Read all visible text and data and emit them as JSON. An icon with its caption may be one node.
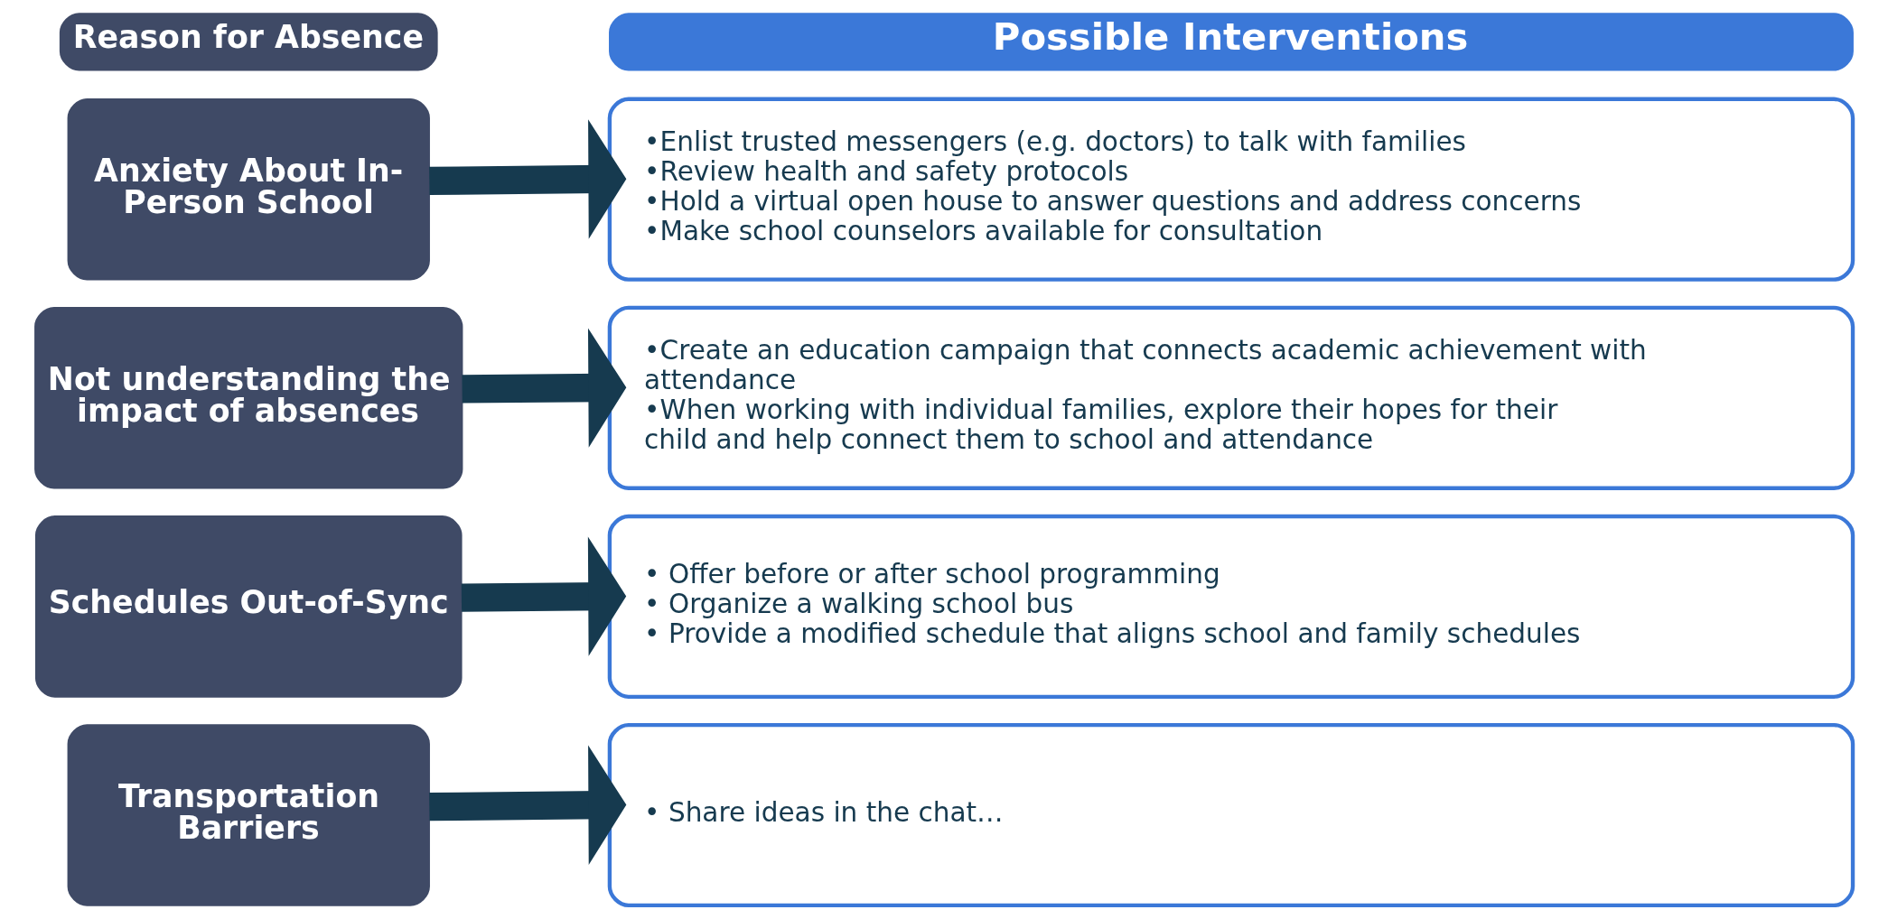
{
  "diagram": {
    "nodes": [
      {
        "text": [
          "Reason for Absence"
        ]
      },
      {
        "text": [
          "Possible Interventions"
        ]
      },
      {
        "text": [
          "Anxiety About In-Person School"
        ]
      },
      {
        "text": [
          "•Enlist trusted messengers (e.g. doctors) to talk with families",
          "•Review health and safety protocols",
          "•Hold a virtual open house to answer questions and address concerns",
          "•Make school counselors available for consultation"
        ]
      },
      {
        "text": [
          "Not understanding the impact of absences"
        ]
      },
      {
        "text": [
          "•Create an education campaign that connects academic achievement with attendance",
          "•When working with individual families, explore their hopes for their child and help connect them to school and attendance"
        ]
      },
      {
        "text": [
          "Schedules Out-of-Sync"
        ]
      },
      {
        "text": [
          "• Offer before or after school programming",
          "• Organize a walking school bus",
          "• Provide a modified schedule that aligns school and family schedules"
        ]
      },
      {
        "text": [
          "Transportation Barriers"
        ]
      },
      {
        "text": [
          "• Share ideas in the chat…"
        ]
      }
    ],
    "edges": [
      {
        "from": 2,
        "to": 3,
        "arrow": "to"
      },
      {
        "from": 4,
        "to": 5,
        "arrow": "to"
      },
      {
        "from": 6,
        "to": 7,
        "arrow": "to"
      },
      {
        "from": 8,
        "to": 9,
        "arrow": "to"
      }
    ]
  }
}
